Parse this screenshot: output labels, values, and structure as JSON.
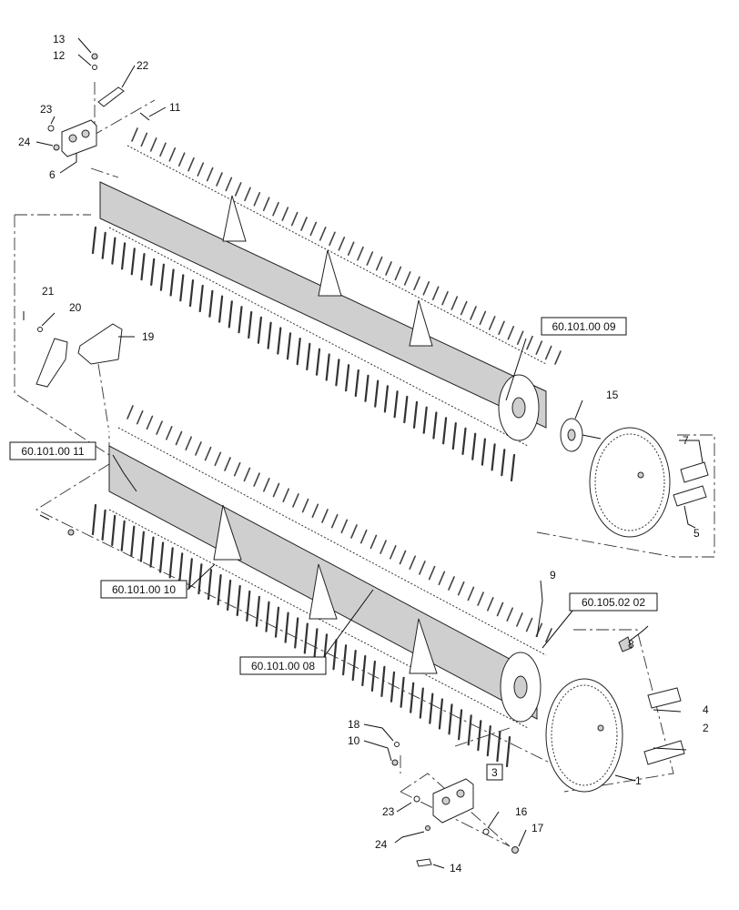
{
  "callouts": [
    {
      "id": "c13",
      "text": "13"
    },
    {
      "id": "c12",
      "text": "12"
    },
    {
      "id": "c22",
      "text": "22"
    },
    {
      "id": "c23a",
      "text": "23"
    },
    {
      "id": "c11",
      "text": "11"
    },
    {
      "id": "c24a",
      "text": "24"
    },
    {
      "id": "c6",
      "text": "6"
    },
    {
      "id": "c21",
      "text": "21"
    },
    {
      "id": "c20",
      "text": "20"
    },
    {
      "id": "c19",
      "text": "19"
    },
    {
      "id": "c15",
      "text": "15"
    },
    {
      "id": "c7",
      "text": "7"
    },
    {
      "id": "c5",
      "text": "5"
    },
    {
      "id": "c9",
      "text": "9"
    },
    {
      "id": "c8",
      "text": "8"
    },
    {
      "id": "c4",
      "text": "4"
    },
    {
      "id": "c2",
      "text": "2"
    },
    {
      "id": "c1",
      "text": "1"
    },
    {
      "id": "c18",
      "text": "18"
    },
    {
      "id": "c10",
      "text": "10"
    },
    {
      "id": "c3",
      "text": "3"
    },
    {
      "id": "c23b",
      "text": "23"
    },
    {
      "id": "c16",
      "text": "16"
    },
    {
      "id": "c24b",
      "text": "24"
    },
    {
      "id": "c17",
      "text": "17"
    },
    {
      "id": "c14",
      "text": "14"
    }
  ],
  "references": [
    {
      "id": "r09",
      "text": "60.101.00 09"
    },
    {
      "id": "r11",
      "text": "60.101.00 11"
    },
    {
      "id": "r10",
      "text": "60.101.00 10"
    },
    {
      "id": "r0202",
      "text": "60.105.02 02"
    },
    {
      "id": "r08",
      "text": "60.101.00 08"
    }
  ]
}
